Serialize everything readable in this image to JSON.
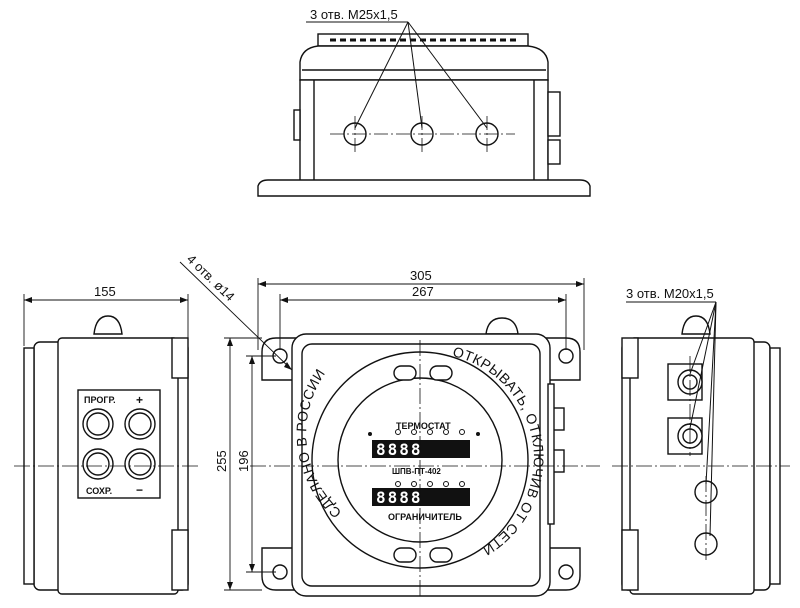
{
  "dimensions": {
    "top_holes_callout": "3 отв. М25х1,5",
    "side_holes_callout": "3 отв. М20х1,5",
    "mount_holes_callout": "4 отв. ø14",
    "overall_width": "305",
    "hole_spacing_width": "267",
    "overall_height": "255",
    "hole_spacing_height": "196",
    "side_depth": "155"
  },
  "left_panel": {
    "label_prog": "ПРОГР.",
    "label_plus": "+",
    "label_save": "СОХР.",
    "label_minus": "−"
  },
  "front_panel": {
    "arc_left": "СДЕЛАНО В РОССИИ",
    "arc_right": "ОТКРЫВАТЬ, ОТКЛЮЧИВ ОТ СЕТИ",
    "title_top": "ТЕРМОСТАТ",
    "model": "ШПВ-ПТ-402",
    "title_bottom": "ОГРАНИЧИТЕЛЬ",
    "display_top": "8888",
    "display_bottom": "8888"
  }
}
